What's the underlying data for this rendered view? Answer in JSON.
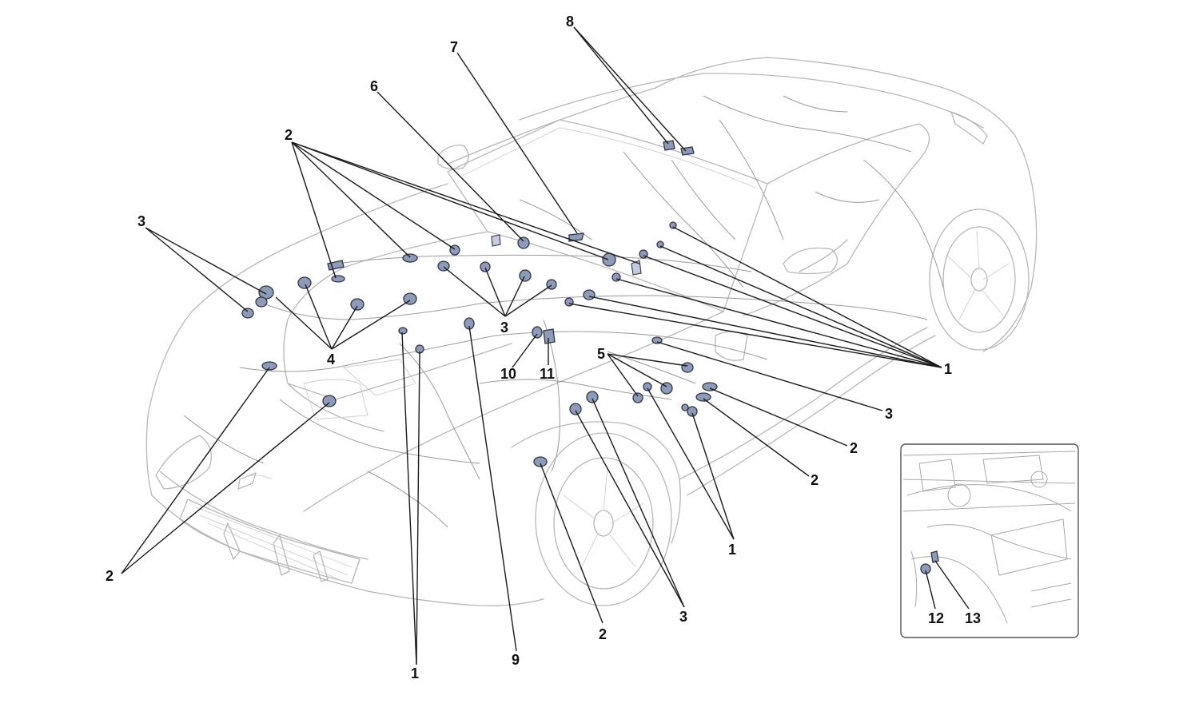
{
  "diagram": {
    "callouts": [
      {
        "id": "c8",
        "label": "8"
      },
      {
        "id": "c7",
        "label": "7"
      },
      {
        "id": "c6",
        "label": "6"
      },
      {
        "id": "c2-top",
        "label": "2"
      },
      {
        "id": "c3-left",
        "label": "3"
      },
      {
        "id": "c4",
        "label": "4"
      },
      {
        "id": "c3-mid",
        "label": "3"
      },
      {
        "id": "c10",
        "label": "10"
      },
      {
        "id": "c11",
        "label": "11"
      },
      {
        "id": "c5",
        "label": "5"
      },
      {
        "id": "c1-right",
        "label": "1"
      },
      {
        "id": "c3-right",
        "label": "3"
      },
      {
        "id": "c2-right",
        "label": "2"
      },
      {
        "id": "c2-right-low",
        "label": "2"
      },
      {
        "id": "c1-low",
        "label": "1"
      },
      {
        "id": "c3-low",
        "label": "3"
      },
      {
        "id": "c2-low",
        "label": "2"
      },
      {
        "id": "c9",
        "label": "9"
      },
      {
        "id": "c1-bottom",
        "label": "1"
      },
      {
        "id": "c2-left",
        "label": "2"
      },
      {
        "id": "c12",
        "label": "12"
      },
      {
        "id": "c13",
        "label": "13"
      }
    ],
    "part_color": "#8e9bb8",
    "line_color": "#b7b7b7"
  }
}
